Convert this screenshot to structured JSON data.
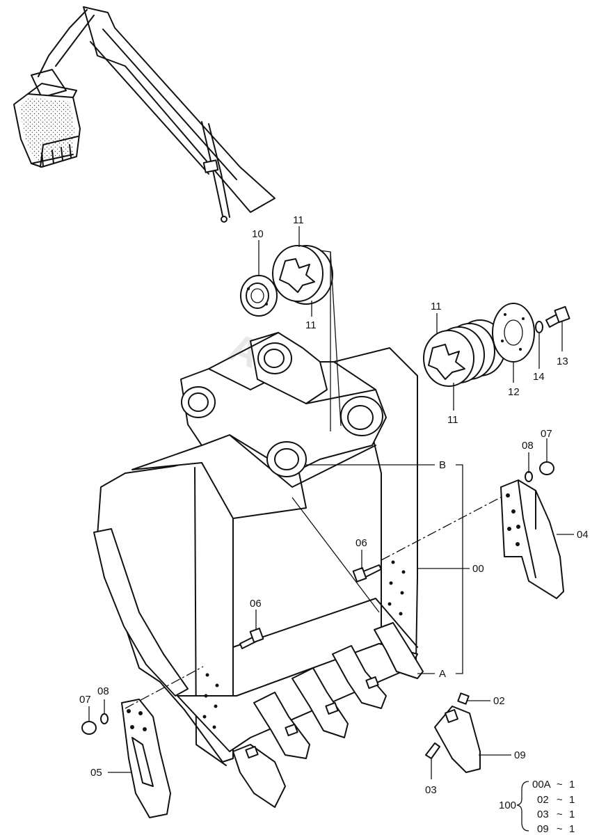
{
  "watermark": "AutoSoft",
  "callouts": {
    "p10": "10",
    "p11a": "11",
    "p11b": "11",
    "p11c": "11",
    "p11d": "11",
    "p12": "12",
    "p13": "13",
    "p14": "14",
    "p07r": "07",
    "p08r": "08",
    "p04": "04",
    "p06a": "06",
    "p00": "00",
    "p06b": "06",
    "p02": "02",
    "p09": "09",
    "p03": "03",
    "p07l": "07",
    "p08l": "08",
    "p05": "05",
    "pB": "B",
    "pA": "A"
  },
  "assembly": {
    "id": "100",
    "rows": [
      {
        "part": "00A",
        "sep": "~",
        "qty": "1"
      },
      {
        "part": "02",
        "sep": "~",
        "qty": "1"
      },
      {
        "part": "03",
        "sep": "~",
        "qty": "1"
      },
      {
        "part": "09",
        "sep": "~",
        "qty": "1"
      }
    ]
  }
}
